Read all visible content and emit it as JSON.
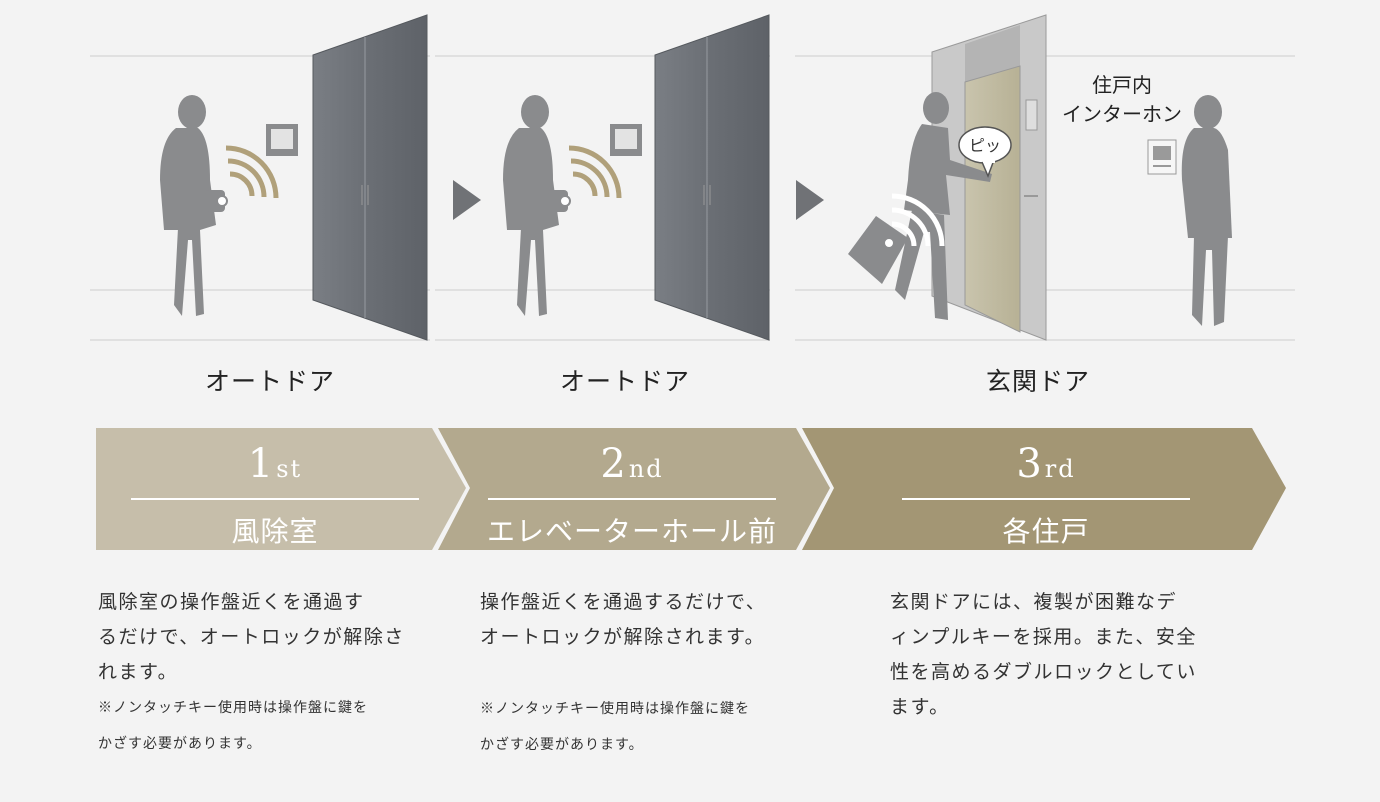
{
  "scenes": [
    {
      "caption": "オートドア"
    },
    {
      "caption": "オートドア"
    },
    {
      "caption": "玄関ドア",
      "sound_bubble": "ピッ",
      "intercom_label": [
        "住戸内",
        "インターホン"
      ]
    }
  ],
  "steps": [
    {
      "num": "1",
      "suffix": "st",
      "label": "風除室",
      "color": "#c6beaa"
    },
    {
      "num": "2",
      "suffix": "nd",
      "label": "エレベーターホール前",
      "color": "#b3a98e"
    },
    {
      "num": "3",
      "suffix": "rd",
      "label": "各住戸",
      "color": "#a39674"
    }
  ],
  "descriptions": [
    {
      "lines": [
        "風除室の操作盤近くを通過す",
        "るだけで、オートロックが解除さ",
        "れます。"
      ],
      "notes": [
        "※ノンタッチキー使用時は操作盤に鍵を",
        "かざす必要があります。"
      ]
    },
    {
      "lines": [
        "操作盤近くを通過するだけで、",
        "オートロックが解除されます。"
      ],
      "notes": [
        "※ノンタッチキー使用時は操作盤に鍵を",
        "かざす必要があります。"
      ]
    },
    {
      "lines": [
        "玄関ドアには、複製が困難なデ",
        "ィンプルキーを採用。また、安全",
        "性を高めるダブルロックとしてい",
        "ます。"
      ],
      "notes": []
    }
  ],
  "colors": {
    "door": "#6c7076",
    "silhouette": "#8a8b8d",
    "wave": "#b0a07a"
  }
}
